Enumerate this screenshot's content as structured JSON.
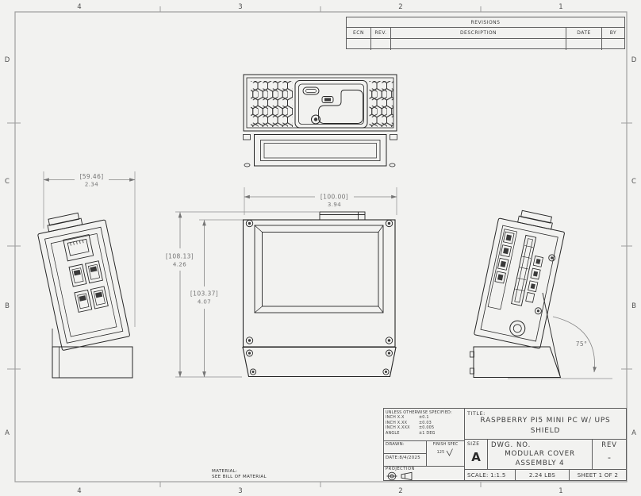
{
  "zones": {
    "top": [
      "4",
      "3",
      "2",
      "1"
    ],
    "bottom": [
      "4",
      "3",
      "2",
      "1"
    ],
    "left": [
      "D",
      "C",
      "B",
      "A"
    ],
    "right": [
      "D",
      "C",
      "B",
      "A"
    ]
  },
  "revisions": {
    "title": "REVISIONS",
    "columns": [
      "ECN",
      "REV.",
      "DESCRIPTION",
      "DATE",
      "BY"
    ]
  },
  "dimensions": {
    "depth": {
      "mm": "[59.46]",
      "in": "2.34"
    },
    "width": {
      "mm": "[100.00]",
      "in": "3.94"
    },
    "height_overall": {
      "mm": "[108.13]",
      "in": "4.26"
    },
    "height_body": {
      "mm": "[103.37]",
      "in": "4.07"
    },
    "tilt_angle": "75°"
  },
  "material_note": {
    "label": "MATERIAL:",
    "value": "SEE BILL OF MATERIAL"
  },
  "title_block": {
    "tolerance": {
      "header": "UNLESS OTHERWISE SPECIFIED:",
      "rows": [
        {
          "label": "INCH X.X",
          "value": "±0.1"
        },
        {
          "label": "INCH X.XX",
          "value": "±0.03"
        },
        {
          "label": "INCH X.XXX",
          "value": "±0.005"
        },
        {
          "label": "ANGLE",
          "value": "±1 DEG"
        }
      ]
    },
    "drawn_label": "DRAWN:",
    "date": "DATE:8/4/2025",
    "finish_spec_label": "FINISH SPEC",
    "finish_spec_value": "125",
    "projection_label": "PROJECTION",
    "title_label": "TITLE:",
    "title_line1": "RASPBERRY PI5 MINI PC W/ UPS",
    "title_line2": "SHIELD",
    "size_label": "SIZE",
    "size_value": "A",
    "dwg_no_label": "DWG. NO.",
    "dwg_no_line1": "MODULAR COVER",
    "dwg_no_line2": "ASSEMBLY 4",
    "rev_label": "REV",
    "rev_value": "-",
    "scale": "SCALE: 1:1.5",
    "weight": "2.24 LBS",
    "sheet": "SHEET 1 OF 2"
  }
}
